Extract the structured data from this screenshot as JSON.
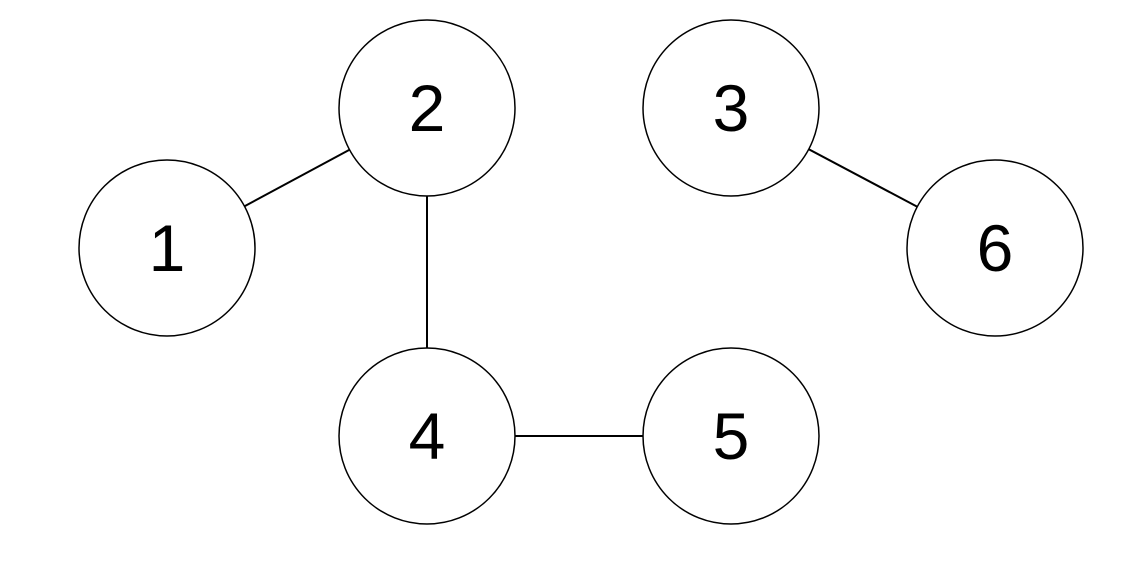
{
  "graph": {
    "nodes": [
      {
        "id": "1",
        "label": "1"
      },
      {
        "id": "2",
        "label": "2"
      },
      {
        "id": "3",
        "label": "3"
      },
      {
        "id": "4",
        "label": "4"
      },
      {
        "id": "5",
        "label": "5"
      },
      {
        "id": "6",
        "label": "6"
      }
    ],
    "edges": [
      {
        "from": "1",
        "to": "2"
      },
      {
        "from": "2",
        "to": "4"
      },
      {
        "from": "4",
        "to": "5"
      },
      {
        "from": "3",
        "to": "6"
      }
    ],
    "colors": {
      "stroke": "#000000",
      "fill": "#ffffff",
      "background": "#ffffff"
    }
  }
}
